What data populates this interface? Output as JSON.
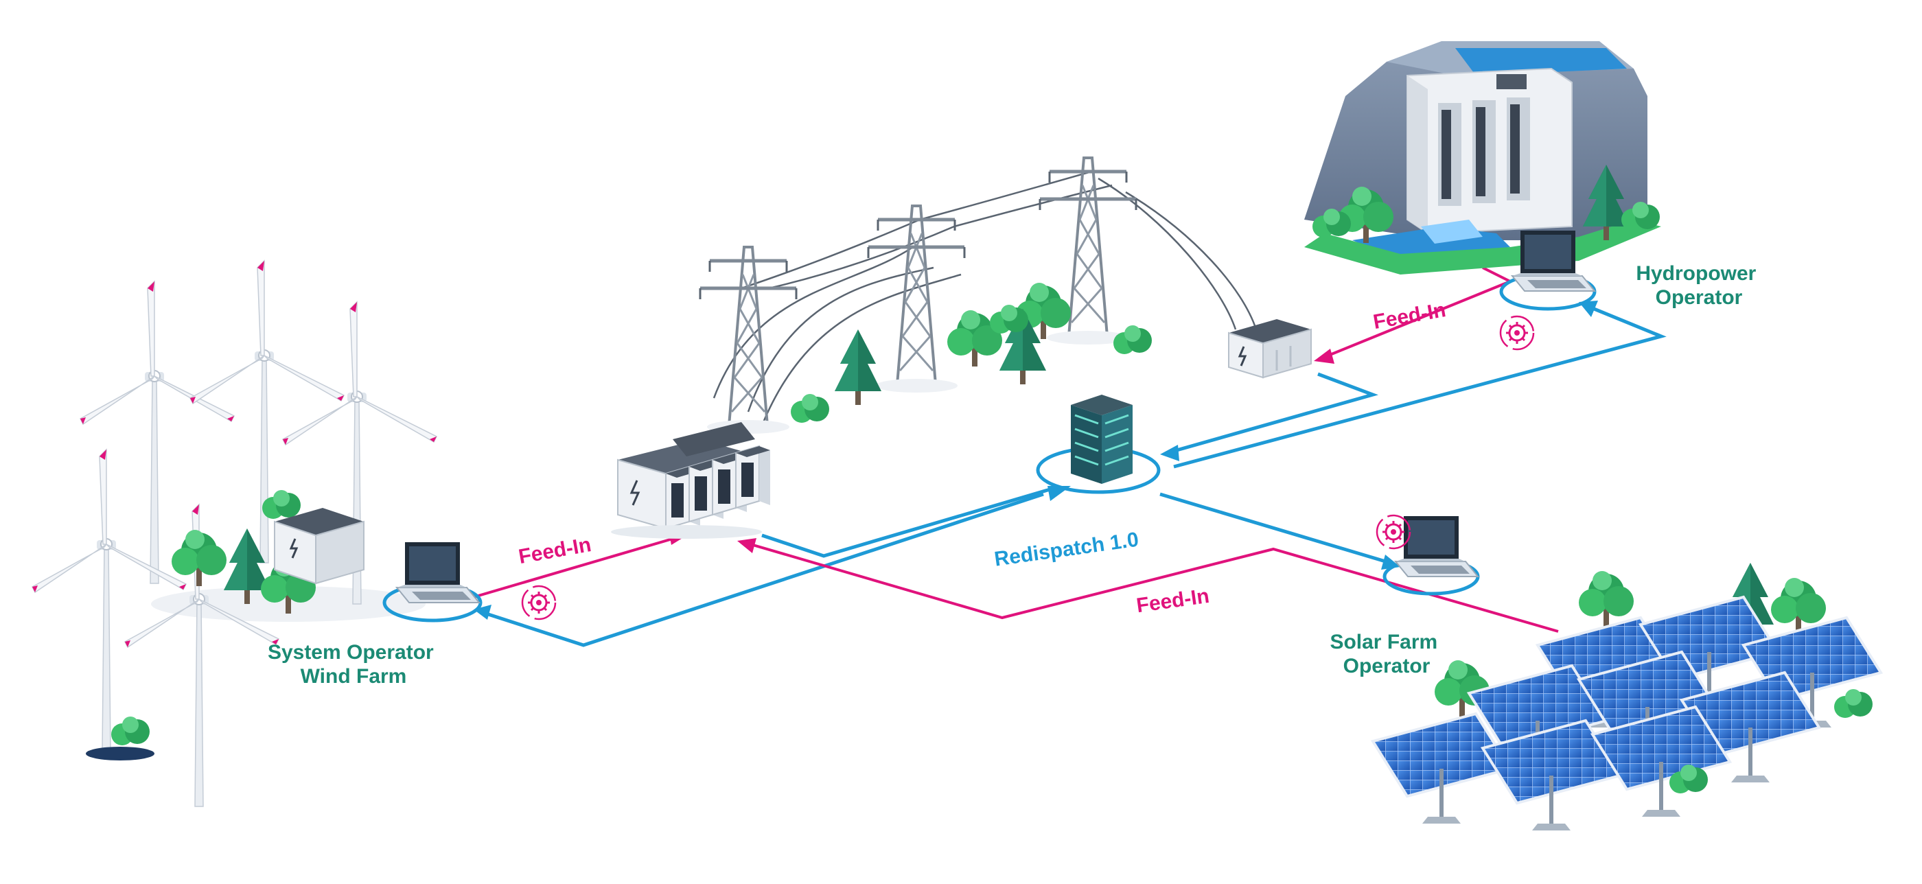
{
  "labels": {
    "hydropower": [
      "Hydropower",
      "Operator"
    ],
    "wind": [
      "System Operator",
      "Wind Farm"
    ],
    "solar": [
      "Solar Farm",
      "Operator"
    ],
    "redispatch": "Redispatch 1.0",
    "feedin_top": "Feed-In",
    "feedin_left": "Feed-In",
    "feedin_bottom": "Feed-In"
  },
  "colors": {
    "feed_in": "#e0127c",
    "redispatch": "#1e9ad6",
    "operator_label": "#1b8a74",
    "tree": "#2aa35a",
    "pine": "#1f7a5c",
    "panel": "#2f6fcf"
  }
}
